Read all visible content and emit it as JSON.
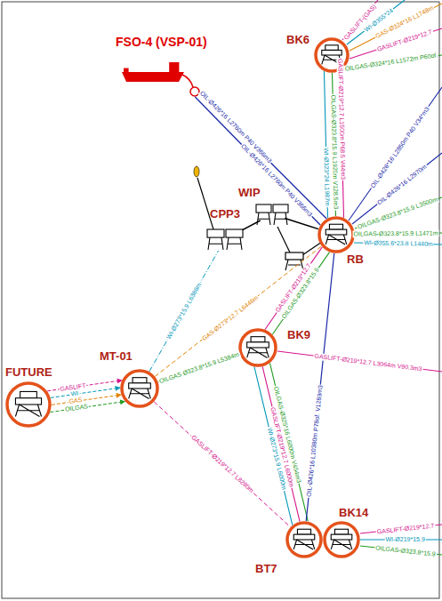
{
  "diagram": {
    "nodes": [
      {
        "text": [
          "FSO-4 (VSP-01)"
        ]
      },
      {
        "text": [
          "BK6"
        ]
      },
      {
        "text": [
          "WIP"
        ]
      },
      {
        "text": [
          "CPP3"
        ]
      },
      {
        "text": [
          "RB"
        ]
      },
      {
        "text": [
          "MT-01"
        ]
      },
      {
        "text": [
          "FUTURE"
        ]
      },
      {
        "text": [
          "BK9"
        ]
      },
      {
        "text": [
          "BT7"
        ]
      },
      {
        "text": [
          "BK14"
        ]
      }
    ],
    "edges": [
      {
        "from": 4,
        "to": 0,
        "arrow": "none",
        "label": "OIL-Ø426*16 L2760m P40 V366m3"
      },
      {
        "from": 4,
        "to": 0,
        "arrow": "none",
        "label": "OIL-Ø426*16 L2760m P40 V366m3"
      },
      {
        "from": 1,
        "to": 4,
        "arrow": "none",
        "label": "GASLIFT-Ø219*12.7 L1500m P68.5 V44m3"
      },
      {
        "from": 1,
        "to": 4,
        "arrow": "none",
        "label": "OILGAS-Ø323.8*15.9 L1920m V128.5m3"
      },
      {
        "from": 1,
        "to": 4,
        "arrow": "none",
        "label": "WI-Ø323*24 L1987m"
      },
      {
        "from": 4,
        "to": 7,
        "arrow": "none",
        "label": "OILGAS-Ø323.8*15.9"
      },
      {
        "from": 4,
        "to": 7,
        "arrow": "none",
        "label": "GASLIFT-Ø219*12.7"
      },
      {
        "from": 5,
        "to": 3,
        "arrow": "none",
        "label": "WI-Ø273*15.9 L6386m"
      },
      {
        "from": 5,
        "to": 4,
        "arrow": "none",
        "label": "GAS-Ø273*12.7 L6446m"
      },
      {
        "from": 5,
        "to": 7,
        "arrow": "none",
        "label": "OILGAS Ø323.8*15.9 L5384m"
      },
      {
        "from": 5,
        "to": 8,
        "arrow": "none",
        "label": "GASLIFT-Ø219*12.7 L8280m"
      },
      {
        "from": 6,
        "to": 5,
        "arrow": "to",
        "label": "GASLIFT"
      },
      {
        "from": 6,
        "to": 5,
        "arrow": "to",
        "label": "WI"
      },
      {
        "from": 6,
        "to": 5,
        "arrow": "to",
        "label": "GAS"
      },
      {
        "from": 6,
        "to": 5,
        "arrow": "to",
        "label": "OILGAS"
      },
      {
        "from": 7,
        "to": 8,
        "arrow": "none",
        "label": "OILGAS-Ø325*16 L6000m V454m3"
      },
      {
        "from": 7,
        "to": 8,
        "arrow": "none",
        "label": "GASLIFT-Ø219*12.7 L6000m"
      },
      {
        "from": 7,
        "to": 8,
        "arrow": "none",
        "label": "WI-Ø273*15.9 L6000m"
      },
      {
        "from": 4,
        "to": 8,
        "arrow": "none",
        "label": "OIL-Ø426*16 L10380m P78of. V1289m3"
      },
      {
        "from": 8,
        "to": 9,
        "arrow": "none"
      },
      {
        "from": 2,
        "to": 3,
        "arrow": "none"
      },
      {
        "from": 2,
        "to": 4,
        "arrow": "none"
      }
    ],
    "labels": [
      "GASLIFT-(GAS)",
      "WI-Ø355*24",
      "GAS-Ø324*16 L1748m",
      "GASLIFT-Ø219*12.7",
      "OILGAS-Ø324*16 L1572m P60of.",
      "OIL-Ø426*16 L2850m P40 V34*m3",
      "OIL-Ø426*16 L2970m",
      "OILGAS-Ø323.8*15.9 L3500m",
      "OILGAS-Ø323.8*15.9 L1471m",
      "WI-Ø355.6*23.8 L1440m",
      "GASLIFT-Ø219*12.7 L3064m V90.3m3",
      "GASLIFT-Ø219*12.7",
      "WI-Ø219*15.9",
      "OILGAS-Ø323.8*15.9"
    ]
  }
}
